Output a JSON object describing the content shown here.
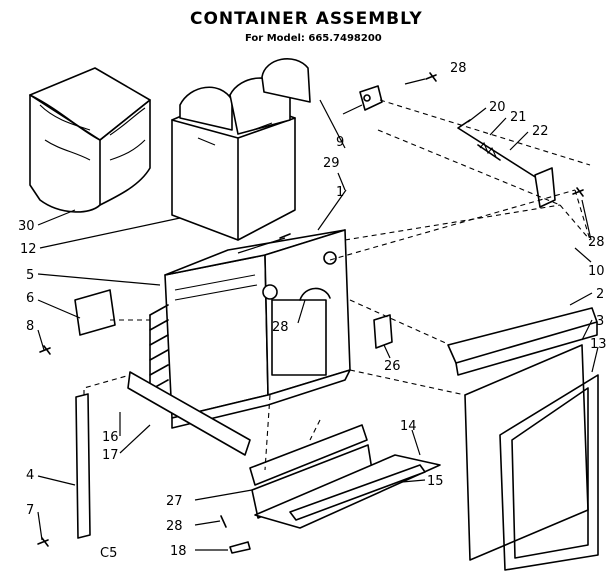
{
  "header": {
    "title": "CONTAINER ASSEMBLY",
    "subtitle": "For Model: 665.7498200"
  },
  "callouts": {
    "c1": "1",
    "c2": "2",
    "c3": "3",
    "c4": "4",
    "c5": "5",
    "c6": "6",
    "c7": "7",
    "c8": "8",
    "c9": "9",
    "c10": "10",
    "c12": "12",
    "c13": "13",
    "c14": "14",
    "c15": "15",
    "c16": "16",
    "c17": "17",
    "c18": "18",
    "c20": "20",
    "c21": "21",
    "c22": "22",
    "c26": "26",
    "c27": "27",
    "c28a": "28",
    "c28b": "28",
    "c28c": "28",
    "c28d": "28",
    "c29": "29",
    "c30": "30"
  },
  "footer": {
    "code": "C5"
  }
}
